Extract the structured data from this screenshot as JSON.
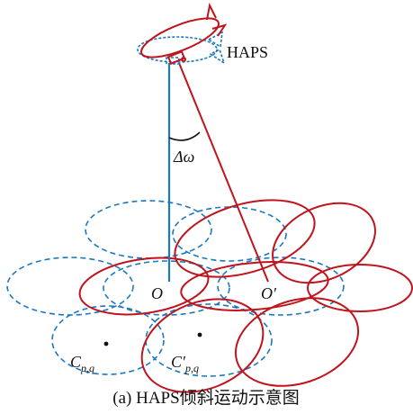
{
  "labels": {
    "haps": "HAPS",
    "angle": "Δω",
    "origin": "O",
    "origin_prime": "O′",
    "cell_base": "C",
    "cell_prime_base": "C′",
    "cell_sub": "p,q"
  },
  "caption": "(a) HAPS倾斜运动示意图",
  "colors": {
    "tilted": "#c0141c",
    "original": "#1a78c2",
    "text": "#111111"
  }
}
